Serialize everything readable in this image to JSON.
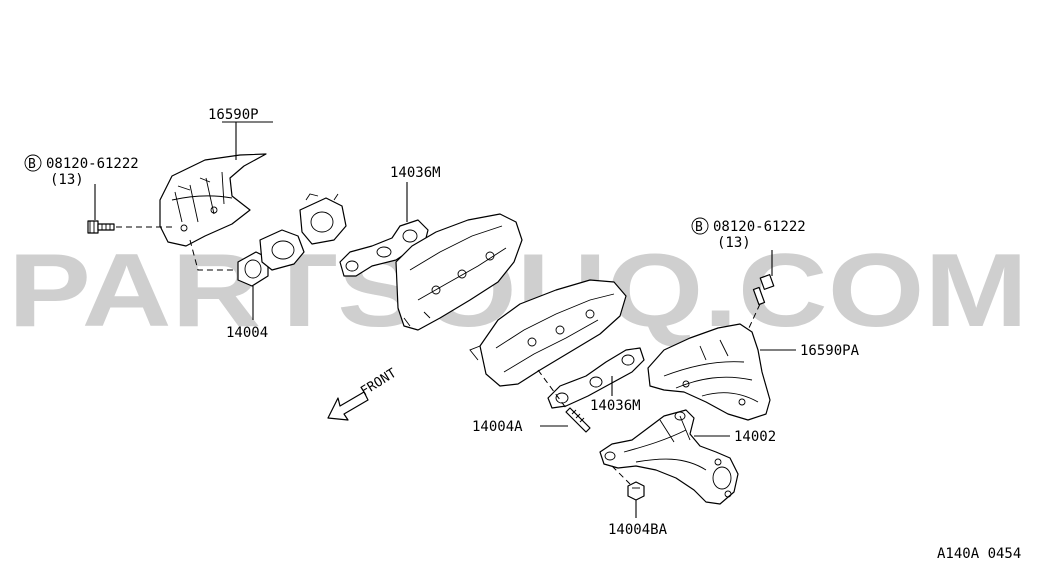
{
  "labels": {
    "heat_shield_left": "16590P",
    "bolt_left_code": "08120-61222",
    "bolt_left_qty": "(13)",
    "gasket_left": "14036M",
    "stud_left": "14004",
    "bolt_right_code": "08120-61222",
    "bolt_right_qty": "(13)",
    "heat_shield_right": "16590PA",
    "gasket_right": "14036M",
    "stud_right": "14004A",
    "manifold_right": "14002",
    "nut_right": "14004BA",
    "front_arrow": "FRONT",
    "bolt_symbol": "B",
    "figure_code": "A140A 0454"
  },
  "watermark": "PARTSOUQ.COM",
  "colors": {
    "watermark": "#cfcfcf",
    "line": "#000000",
    "background": "#ffffff"
  }
}
